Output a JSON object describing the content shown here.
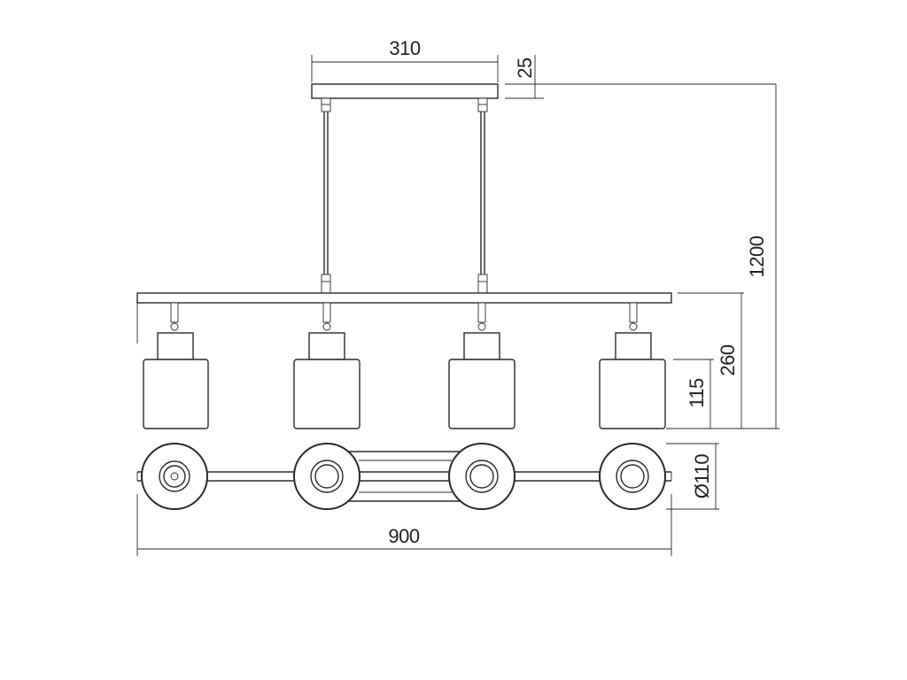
{
  "dimensions": {
    "canopy_width": "310",
    "canopy_height": "25",
    "total_height": "1200",
    "body_height": "260",
    "shade_height": "115",
    "shade_diameter": "Ø110",
    "total_width": "900"
  },
  "colors": {
    "line": "#2a2a2a",
    "background": "#ffffff"
  }
}
